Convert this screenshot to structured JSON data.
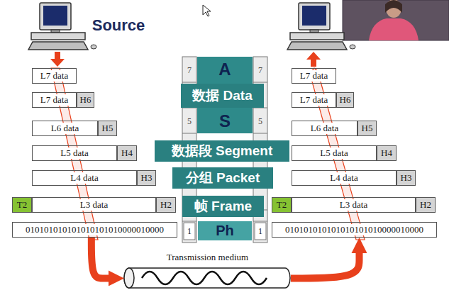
{
  "diagram": {
    "nodes": [
      {
        "text": [
          "L7 data"
        ]
      },
      {
        "text": [
          "L7 data"
        ]
      },
      {
        "text": [
          "H6"
        ]
      },
      {
        "text": [
          "L6 data"
        ]
      },
      {
        "text": [
          "H5"
        ]
      },
      {
        "text": [
          "L5 data"
        ]
      },
      {
        "text": [
          "H4"
        ]
      },
      {
        "text": [
          "L4 data"
        ]
      },
      {
        "text": [
          "H3"
        ]
      },
      {
        "text": [
          "T2"
        ]
      },
      {
        "text": [
          "L3 data"
        ]
      },
      {
        "text": [
          "H2"
        ]
      },
      {
        "text": [
          "010101010101010101010000010000"
        ]
      },
      {
        "text": [
          "A"
        ]
      },
      {
        "text": [
          "数据 Data"
        ]
      },
      {
        "text": [
          "S"
        ]
      },
      {
        "text": [
          "数据段 Segment"
        ]
      },
      {
        "text": [
          "分组 Packet"
        ]
      },
      {
        "text": [
          "帧 Frame"
        ]
      },
      {
        "text": [
          "Ph"
        ]
      },
      {
        "text": [
          "L7 data"
        ]
      },
      {
        "text": [
          "L7 data"
        ]
      },
      {
        "text": [
          "H6"
        ]
      },
      {
        "text": [
          "L6 data"
        ]
      },
      {
        "text": [
          "H5"
        ]
      },
      {
        "text": [
          "L5 data"
        ]
      },
      {
        "text": [
          "H4"
        ]
      },
      {
        "text": [
          "L4 data"
        ]
      },
      {
        "text": [
          "H3"
        ]
      },
      {
        "text": [
          "T2"
        ]
      },
      {
        "text": [
          "L3 data"
        ]
      },
      {
        "text": [
          "H2"
        ]
      },
      {
        "text": [
          "010101010101010101010000010000"
        ]
      },
      {
        "text": [
          "Transmission medium"
        ]
      }
    ],
    "edges": [
      {
        "from": 12,
        "to": 33,
        "arrow": "to"
      },
      {
        "from": 33,
        "to": 32,
        "arrow": "to"
      }
    ],
    "labels": [
      "Source",
      "7",
      "7",
      "5",
      "5",
      "1",
      "1"
    ]
  }
}
